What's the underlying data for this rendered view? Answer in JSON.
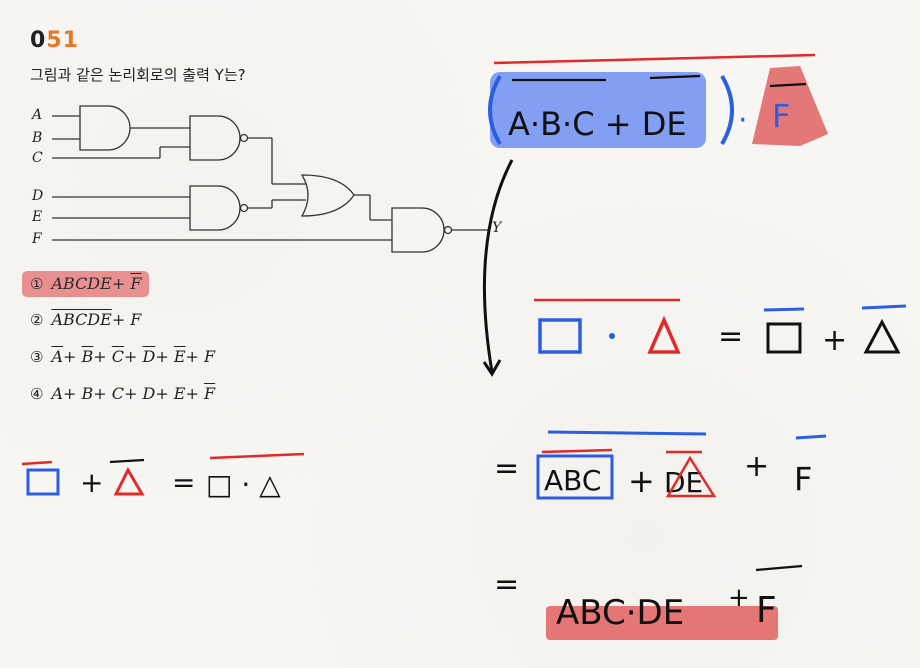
{
  "question": {
    "number_black": "0",
    "number_orange": "51",
    "text": "그림과 같은 논리회로의 출력 Y는?"
  },
  "circuit": {
    "inputs": [
      "A",
      "B",
      "C",
      "D",
      "E",
      "F"
    ],
    "output": "Y"
  },
  "choices": [
    {
      "num": "①",
      "parts": [
        {
          "t": "ABCDE+ ",
          "ov": false
        },
        {
          "t": "F",
          "ov": true
        }
      ],
      "highlighted": true
    },
    {
      "num": "②",
      "parts": [
        {
          "t": "ABCDE",
          "ov": true
        },
        {
          "t": "+ F",
          "ov": false
        }
      ],
      "highlighted": false
    },
    {
      "num": "③",
      "parts": [
        {
          "t": "A",
          "ov": true
        },
        {
          "t": "+ ",
          "ov": false
        },
        {
          "t": "B",
          "ov": true
        },
        {
          "t": "+ ",
          "ov": false
        },
        {
          "t": "C",
          "ov": true
        },
        {
          "t": "+ ",
          "ov": false
        },
        {
          "t": "D",
          "ov": true
        },
        {
          "t": "+ ",
          "ov": false
        },
        {
          "t": "E",
          "ov": true
        },
        {
          "t": "+ F",
          "ov": false
        }
      ],
      "highlighted": false
    },
    {
      "num": "④",
      "parts": [
        {
          "t": "A+ B+ C+ D+ E+ ",
          "ov": false
        },
        {
          "t": "F",
          "ov": true
        }
      ],
      "highlighted": false
    }
  ],
  "handwriting": {
    "top_expr": "A·B·C + DE",
    "top_dot": "·",
    "top_f": "F",
    "rule_left": "□ · △",
    "rule_right_sq": "□",
    "rule_plus": "+",
    "rule_right_tri": "△",
    "equals": "=",
    "rule2_sq": "□",
    "rule2_plus": "+",
    "rule2_tri": "△",
    "rule2_rhs": "□ · △",
    "step2_abc": "ABC",
    "step2_plus": "+",
    "step2_de": "DE",
    "step2_plus2": "+",
    "step2_f": "F",
    "step3_lhs": "ABC·DE",
    "step3_plus": "+",
    "step3_f": "F"
  },
  "colors": {
    "blue_pen": "#2b5fe0",
    "red_pen": "#e02b2b",
    "blue_highlight": "#6d8ff0",
    "red_highlight": "#e06060",
    "orange": "#e3792b"
  }
}
